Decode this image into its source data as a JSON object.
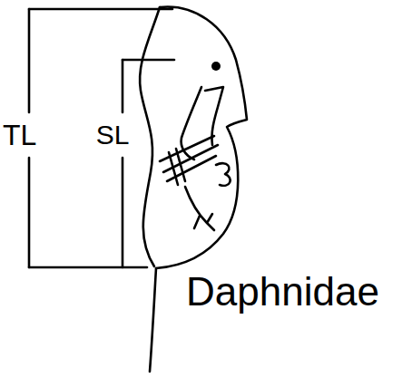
{
  "diagram": {
    "labels": [
      "TL",
      "SL",
      "Daphnidae"
    ]
  }
}
